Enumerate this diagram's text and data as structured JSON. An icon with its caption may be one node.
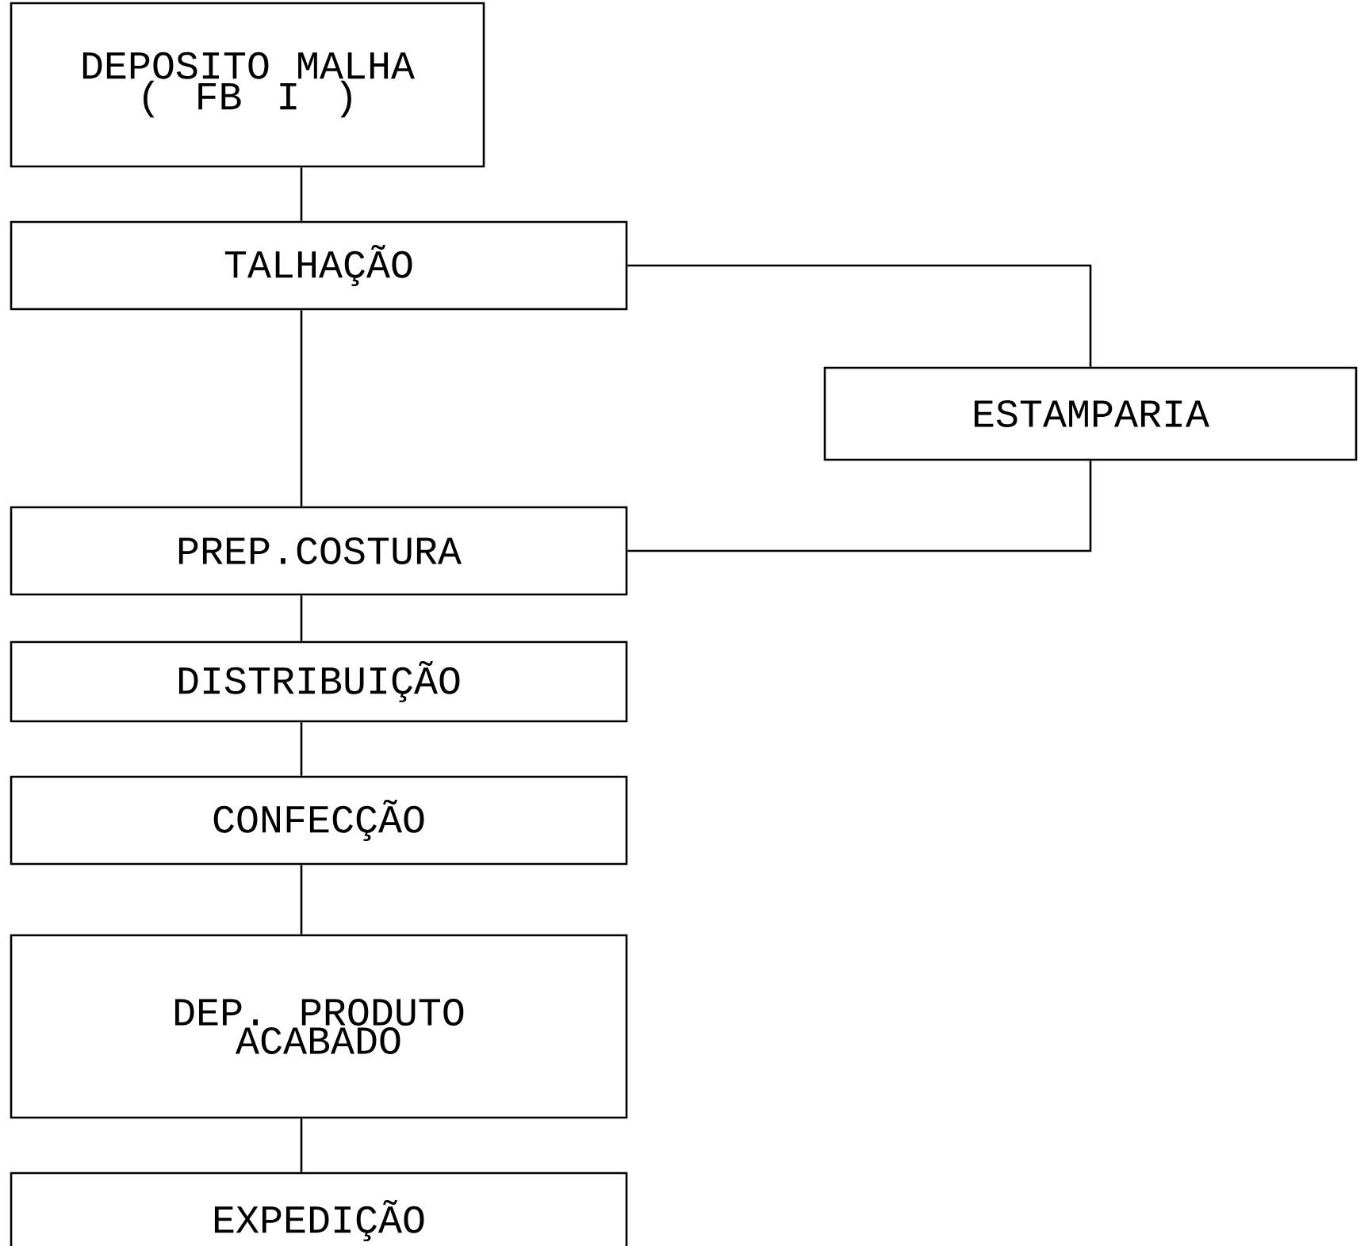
{
  "diagram": {
    "nodes": [
      {
        "text": [
          "DEPOSITO MALHA ( FB I )"
        ]
      },
      {
        "text": [
          "TALHAÇÃO"
        ]
      },
      {
        "text": [
          "ESTAMPARIA"
        ]
      },
      {
        "text": [
          "PREP.COSTURA"
        ]
      },
      {
        "text": [
          "DISTRIBUIÇÃO"
        ]
      },
      {
        "text": [
          "CONFECÇÃO"
        ]
      },
      {
        "text": [
          "DEP. PRODUTO ACABADO"
        ]
      },
      {
        "text": [
          "EXPEDIÇÃO"
        ]
      }
    ],
    "edges": [
      {
        "from": 0,
        "to": 1,
        "arrow": "none"
      },
      {
        "from": 1,
        "to": 3,
        "arrow": "none"
      },
      {
        "from": 1,
        "to": 2,
        "arrow": "none"
      },
      {
        "from": 2,
        "to": 3,
        "arrow": "none"
      },
      {
        "from": 3,
        "to": 4,
        "arrow": "none"
      },
      {
        "from": 4,
        "to": 5,
        "arrow": "none"
      },
      {
        "from": 5,
        "to": 6,
        "arrow": "none"
      },
      {
        "from": 6,
        "to": 7,
        "arrow": "none"
      }
    ]
  }
}
